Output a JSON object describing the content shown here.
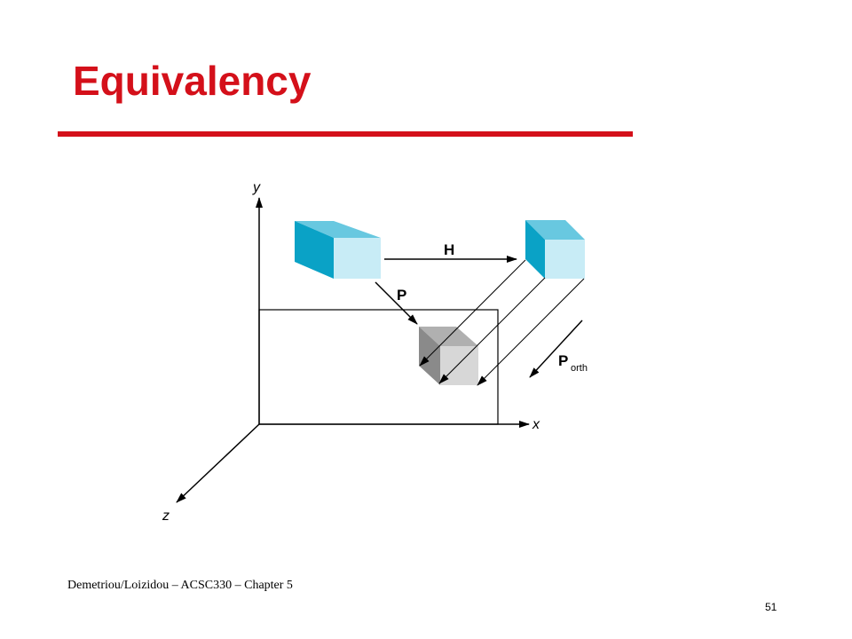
{
  "slide": {
    "title": "Equivalency",
    "footer": "Demetriou/Loizidou – ACSC330 – Chapter 5",
    "page_number": "51"
  },
  "diagram": {
    "axes": {
      "x": "x",
      "y": "y",
      "z": "z"
    },
    "labels": {
      "h": "H",
      "p": "P",
      "porth_main": "P",
      "porth_sub": "orth"
    }
  },
  "colors": {
    "title_red": "#d4101a",
    "cube_cyan_front": "#c8ecf6",
    "cube_cyan_side": "#0aa2c6",
    "cube_cyan_top": "#68c8e0",
    "cube_gray_front": "#d7d7d7",
    "cube_gray_side": "#8a8a8a",
    "cube_gray_top": "#b0b0b0"
  }
}
